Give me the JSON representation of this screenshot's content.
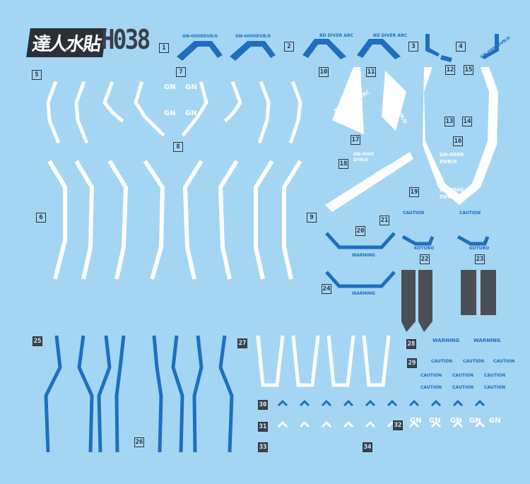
{
  "sheet": {
    "logo_text": "達人水貼",
    "product_code": "H038",
    "background_color": "#a4d6f3",
    "accent_blue": "#1f6fbf",
    "panel_gray": "#4a4f55"
  },
  "part_numbers": [
    "1",
    "2",
    "3",
    "4",
    "5",
    "6",
    "7",
    "8",
    "9",
    "10",
    "11",
    "12",
    "13",
    "14",
    "15",
    "16",
    "17",
    "18",
    "19",
    "20",
    "21",
    "22",
    "23",
    "24",
    "25",
    "26",
    "27",
    "28",
    "29",
    "30",
    "31",
    "32",
    "33",
    "34"
  ],
  "decal_text": {
    "gn_model_1": "GN-0000DVR/II",
    "gn_model_2": "GN-0000DVR/II",
    "diver_arc_1": "BD DIVER ARC",
    "diver_arc_2": "BD DIVER ARC",
    "side_model": "GN-0000DVR/II",
    "big_model": "GN-0000DVR/II",
    "wing_text": "BD DIVER ARC",
    "wing_model": "GN-0000DVR/II",
    "gn": "GN",
    "gn_0000": "GN-0000",
    "dvr": "DVR/II",
    "caution": "CAUTION",
    "warning": "WARNING",
    "kotaro": "KOTURO"
  }
}
